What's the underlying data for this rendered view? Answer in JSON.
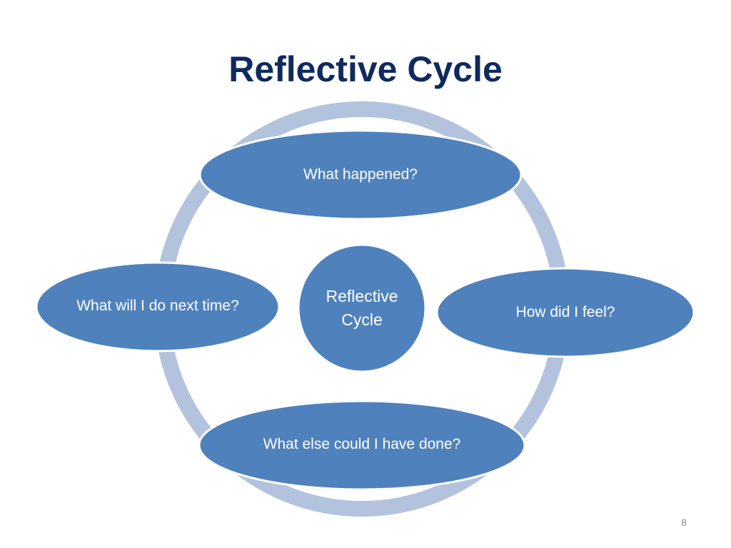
{
  "slide": {
    "title": "Reflective Cycle",
    "page_number": "8"
  },
  "diagram": {
    "center": "Reflective Cycle",
    "nodes": {
      "top": "What happened?",
      "right": "How did I feel?",
      "bottom": "What else could I have done?",
      "left": "What will I do next time?"
    },
    "colors": {
      "node_fill": "#4f81bd",
      "node_stroke": "#ffffff",
      "ring": "#b3c3de",
      "title": "#0f2a5e",
      "text": "#ffffff"
    }
  }
}
